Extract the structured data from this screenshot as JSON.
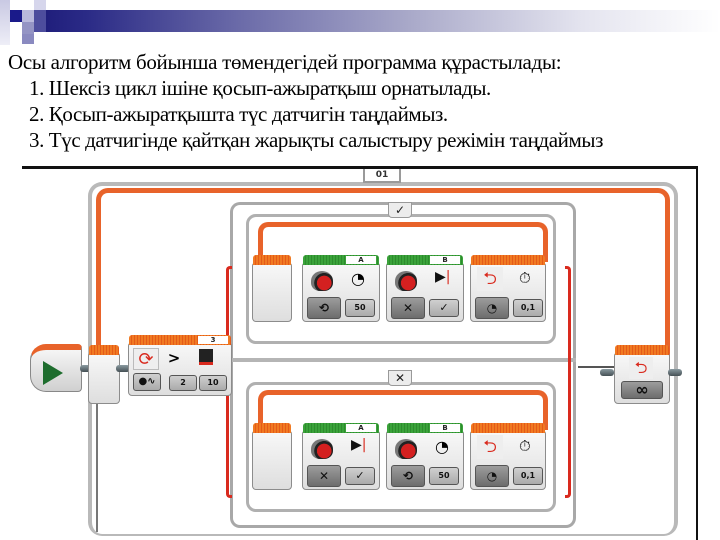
{
  "slide": {
    "heading": "Осы алгоритм бойынша төмендегідей программа құрастылады:",
    "steps": [
      "1. Шексіз цикл ішіне қосып-ажыратқыш орнатылады.",
      "2. Қосып-ажыратқышта түс датчигін таңдаймыз.",
      "3. Түс датчигінде қайтқан жарықты салыстыру режімін таңдаймыз"
    ]
  },
  "program": {
    "outer_loop": {
      "label": "01",
      "mode_icon": "infinity-icon",
      "mode_symbol": "∞"
    },
    "switch": {
      "sensor_port": "3",
      "compare_symbol": ">",
      "compare_type": "2",
      "threshold": "10",
      "true_tab": "✓",
      "false_tab": "✕"
    },
    "true_case": {
      "blocks": [
        {
          "type": "large-motor",
          "port": "A",
          "mode_symbol": "⟲",
          "value": "50"
        },
        {
          "type": "large-motor",
          "port": "B",
          "mode_symbol": "✕",
          "value": "✓"
        },
        {
          "type": "loop-interrupt-wait",
          "mode_symbol": "◔",
          "value": "0,1"
        }
      ]
    },
    "false_case": {
      "blocks": [
        {
          "type": "large-motor",
          "port": "A",
          "mode_symbol": "✕",
          "value": "✓"
        },
        {
          "type": "large-motor",
          "port": "B",
          "mode_symbol": "⟲",
          "value": "50"
        },
        {
          "type": "loop-interrupt-wait",
          "mode_symbol": "◔",
          "value": "0,1"
        }
      ]
    },
    "colors": {
      "loop_orange": "#e8632a",
      "motor_green": "#3aa23a",
      "bracket_red": "#d92a1e",
      "play_green": "#1e6d2e",
      "header_navy": "#1c1a78"
    }
  }
}
